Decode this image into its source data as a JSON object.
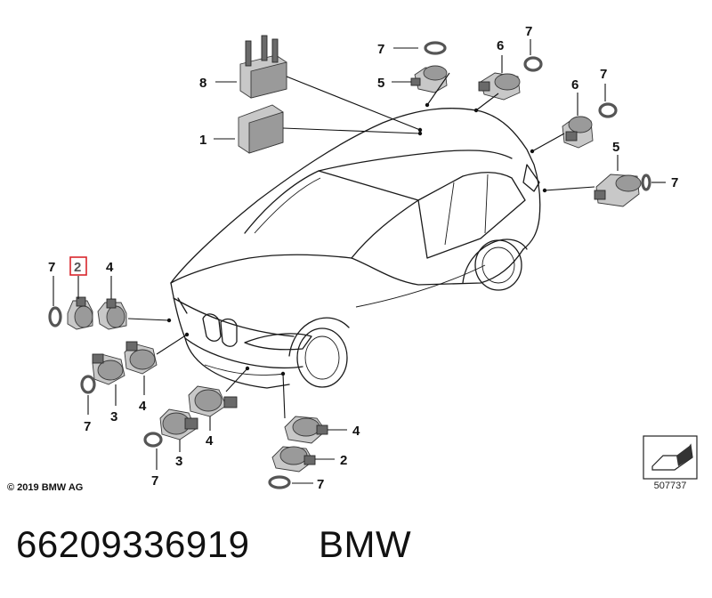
{
  "diagram": {
    "callouts": {
      "c_top_7a": "7",
      "c_top_5": "5",
      "c_top_6a": "6",
      "c_top_7b": "7",
      "c_top_6b": "6",
      "c_top_7c": "7",
      "c_top_5b": "5",
      "c_top_7d": "7",
      "c_8": "8",
      "c_1": "1",
      "c_left_7": "7",
      "c_left_2": "2",
      "c_left_4": "4",
      "c_left_7b": "7",
      "c_left_3": "3",
      "c_left_4b": "4",
      "c_mid_4": "4",
      "c_mid_3": "3",
      "c_mid_7": "7",
      "c_right_4": "4",
      "c_right_2": "2",
      "c_right_7": "7"
    },
    "highlighted_callout": "2",
    "highlight_color": "#d9262c"
  },
  "footer": {
    "copyright": "© 2019 BMW AG",
    "figure_number": "507737"
  },
  "caption": {
    "part_code": "66209336919",
    "brand": "BMW"
  }
}
